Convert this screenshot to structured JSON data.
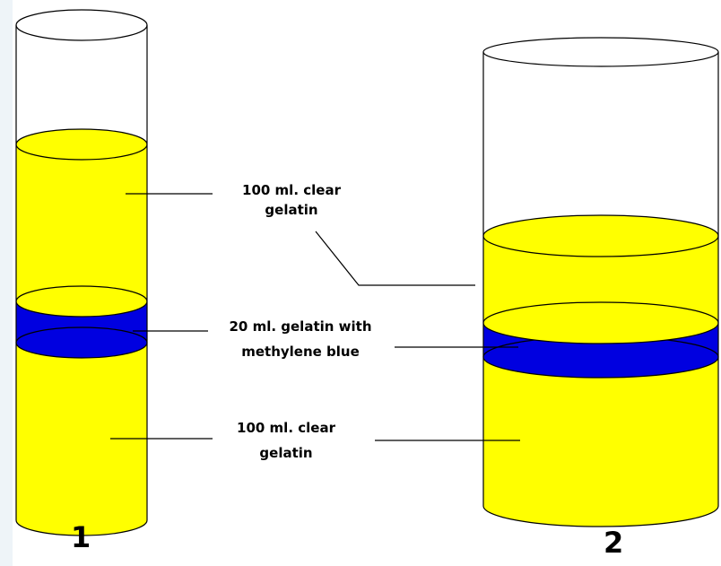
{
  "labels": {
    "upper_gelatin_line1": "100 ml. clear",
    "upper_gelatin_line2": "gelatin",
    "blue_layer_line1": "20 ml. gelatin with",
    "blue_layer_line2": "methylene blue",
    "lower_gelatin_line1": "100 ml. clear",
    "lower_gelatin_line2": "gelatin"
  },
  "cylinders": [
    {
      "number": "1"
    },
    {
      "number": "2"
    }
  ],
  "colors": {
    "gelatin": "#ffff00",
    "methylene_blue": "#0000e0",
    "outline": "#000000",
    "background": "#ffffff"
  }
}
